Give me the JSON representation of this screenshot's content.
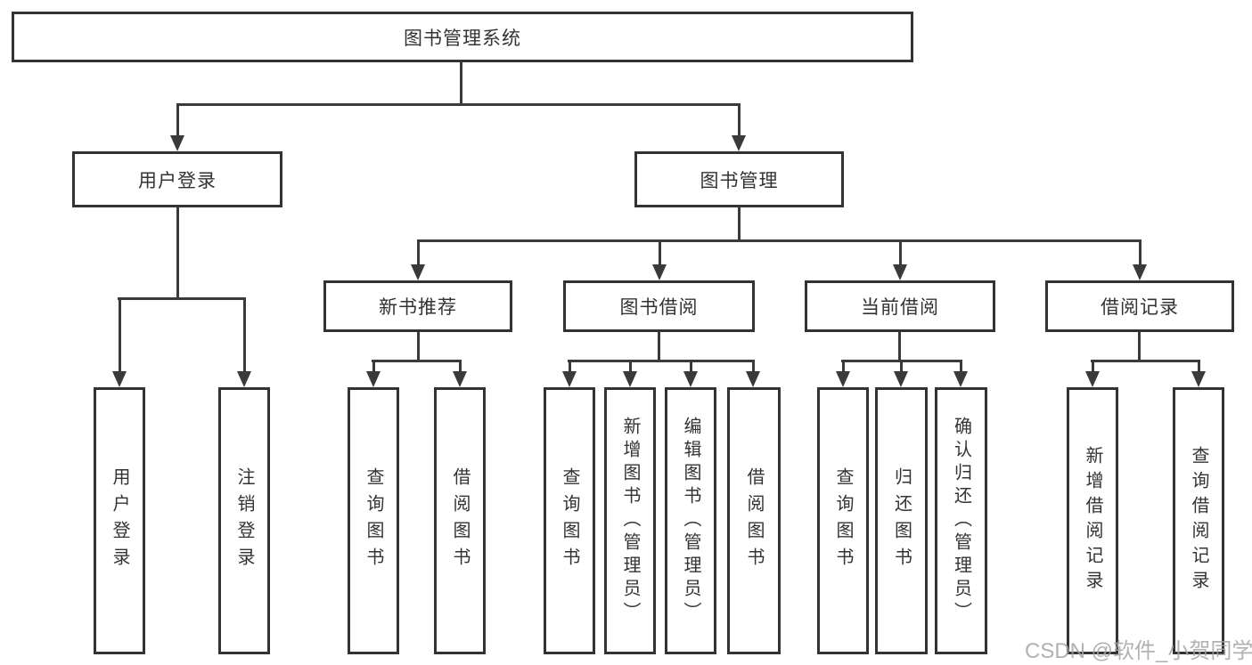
{
  "diagram": {
    "type": "hierarchy-tree",
    "orientation": "top-down"
  },
  "tree": {
    "label": "图书管理系统",
    "children": [
      {
        "label": "用户登录",
        "children": [
          {
            "label": "用户登录"
          },
          {
            "label": "注销登录"
          }
        ]
      },
      {
        "label": "图书管理",
        "children": [
          {
            "label": "新书推荐",
            "children": [
              {
                "label": "查询图书"
              },
              {
                "label": "借阅图书"
              }
            ]
          },
          {
            "label": "图书借阅",
            "children": [
              {
                "label": "查询图书"
              },
              {
                "label": "新增图书（管理员）"
              },
              {
                "label": "编辑图书（管理员）"
              },
              {
                "label": "借阅图书"
              }
            ]
          },
          {
            "label": "当前借阅",
            "children": [
              {
                "label": "查询图书"
              },
              {
                "label": "归还图书"
              },
              {
                "label": "确认归还（管理员）"
              }
            ]
          },
          {
            "label": "借阅记录",
            "children": [
              {
                "label": "新增借阅记录"
              },
              {
                "label": "查询借阅记录"
              }
            ]
          }
        ]
      }
    ]
  },
  "watermark": {
    "text": "CSDN @软件_小贺同学"
  },
  "colors": {
    "line": "#3a3a3a",
    "box_border": "#333333",
    "text": "#333333",
    "background": "#ffffff",
    "watermark": "#a3a3a3"
  }
}
